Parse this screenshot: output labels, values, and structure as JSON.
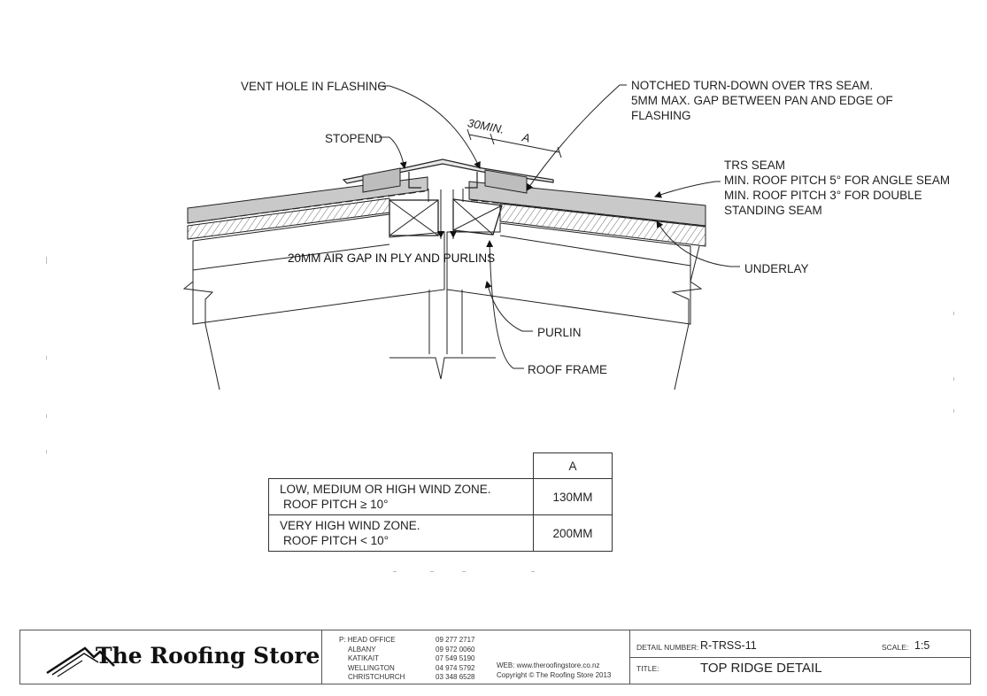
{
  "drawing": {
    "labels": {
      "vent_hole": "VENT HOLE IN FLASHING",
      "stopend": "STOPEND",
      "notched_line1": "NOTCHED TURN-DOWN OVER TRS SEAM.",
      "notched_line2": "5MM MAX. GAP BETWEEN PAN AND EDGE OF",
      "notched_line3": "FLASHING",
      "trs_seam_line1": "TRS SEAM",
      "trs_seam_line2": "MIN. ROOF PITCH 5° FOR ANGLE SEAM",
      "trs_seam_line3": "MIN. ROOF PITCH 3° FOR DOUBLE",
      "trs_seam_line4": "STANDING SEAM",
      "underlay": "UNDERLAY",
      "purlin": "PURLIN",
      "roof_frame": "ROOF FRAME",
      "air_gap": "20MM AIR GAP IN PLY AND PURLINS",
      "dim_30min": "30MIN.",
      "dim_a": "A"
    }
  },
  "table": {
    "header_a": "A",
    "rows": [
      {
        "line1": "LOW, MEDIUM OR HIGH WIND ZONE.",
        "line2": "ROOF PITCH ≥ 10°",
        "value": "130MM"
      },
      {
        "line1": "VERY HIGH WIND ZONE.",
        "line2": "ROOF PITCH < 10°",
        "value": "200MM"
      }
    ]
  },
  "title_block": {
    "company": "The Roofing Store",
    "offices": [
      {
        "name": "P: HEAD OFFICE",
        "phone": "09 277 2717"
      },
      {
        "name": "ALBANY",
        "phone": "09 972 0060"
      },
      {
        "name": "KATIKAIT",
        "phone": "07 549 5190"
      },
      {
        "name": "WELLINGTON",
        "phone": "04 974 5792"
      },
      {
        "name": "CHRISTCHURCH",
        "phone": "03 348 6528"
      }
    ],
    "web": "WEB: www.theroofingstore.co.nz",
    "copyright": "Copyright © The Roofing Store 2013",
    "detail_number_label": "DETAIL NUMBER:",
    "detail_number": "R-TRSS-11",
    "scale_label": "SCALE:",
    "scale": "1:5",
    "title_label": "TITLE:",
    "title": "TOP RIDGE DETAIL"
  }
}
